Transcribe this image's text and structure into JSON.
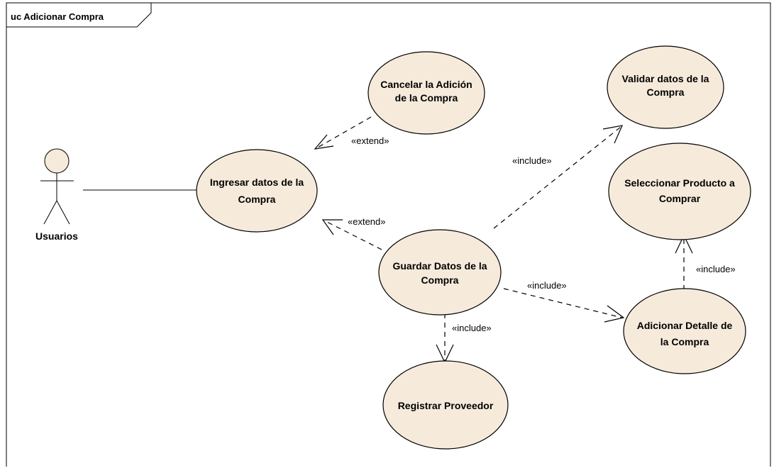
{
  "diagram": {
    "frame_title": "uc Adicionar Compra",
    "colors": {
      "usecase_fill": "#f6ebdb",
      "line": "#000000"
    },
    "actor": {
      "name": "Usuarios"
    },
    "use_cases": {
      "cancelar": {
        "line1": "Cancelar la Adición",
        "line2": "de la Compra"
      },
      "validar": {
        "line1": "Validar datos de la",
        "line2": "Compra"
      },
      "ingresar": {
        "line1": "Ingresar datos de la",
        "line2": "Compra"
      },
      "seleccionar": {
        "line1": "Seleccionar Producto a",
        "line2": "Comprar"
      },
      "guardar": {
        "line1": "Guardar Datos de la",
        "line2": "Compra"
      },
      "adicionar_detalle": {
        "line1": "Adicionar Detalle de",
        "line2": "la Compra"
      },
      "registrar": {
        "line1": "Registrar Proveedor"
      }
    },
    "relations": {
      "extend_cancelar_ingresar": "«extend»",
      "extend_guardar_ingresar": "«extend»",
      "include_guardar_validar": "«include»",
      "include_guardar_detalle": "«include»",
      "include_guardar_registrar": "«include»",
      "include_detalle_seleccionar": "«include»"
    }
  }
}
